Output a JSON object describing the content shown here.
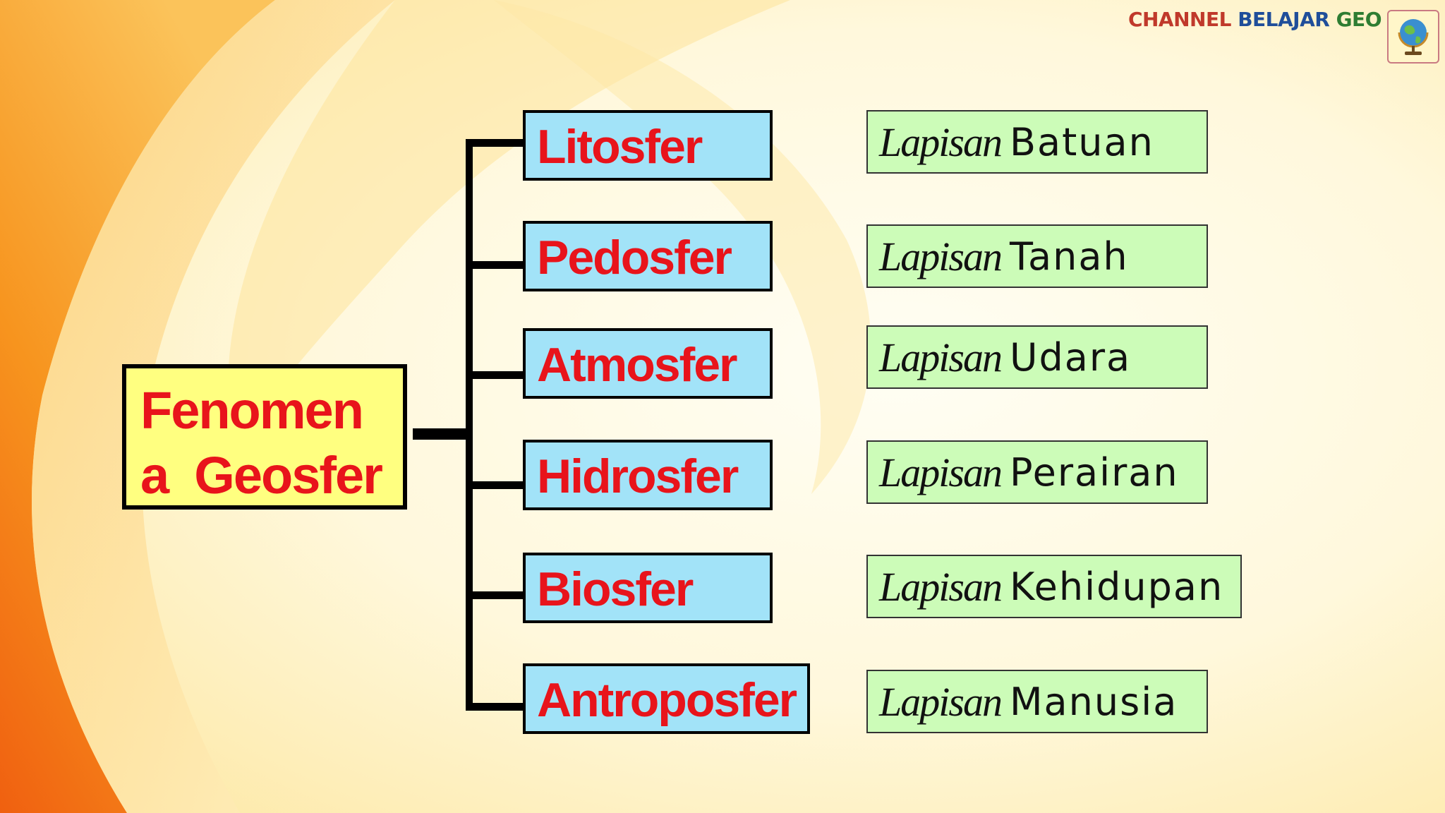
{
  "colors": {
    "root_fill": "#ffff80",
    "sphere_fill": "#a2e3f8",
    "desc_fill": "#ccfcb8",
    "title_text": "#e8141b",
    "background_orange": "#f47b16"
  },
  "watermark": {
    "part1": "CHANNEL",
    "part2": "BELAJAR",
    "part3": "GEO",
    "icon": "globe-icon"
  },
  "root": {
    "line1": "Fenomen",
    "line2": "a  Geosfer"
  },
  "spheres": [
    {
      "name": "Litosfer",
      "prefix": "Lapisan",
      "desc": "Batuan"
    },
    {
      "name": "Pedosfer",
      "prefix": "Lapisan",
      "desc": "Tanah"
    },
    {
      "name": "Atmosfer",
      "prefix": "Lapisan",
      "desc": "Udara"
    },
    {
      "name": "Hidrosfer",
      "prefix": "Lapisan",
      "desc": "Perairan"
    },
    {
      "name": "Biosfer",
      "prefix": "Lapisan",
      "desc": "Kehidupan"
    },
    {
      "name": "Antroposfer",
      "prefix": "Lapisan",
      "desc": "Manusia"
    }
  ]
}
